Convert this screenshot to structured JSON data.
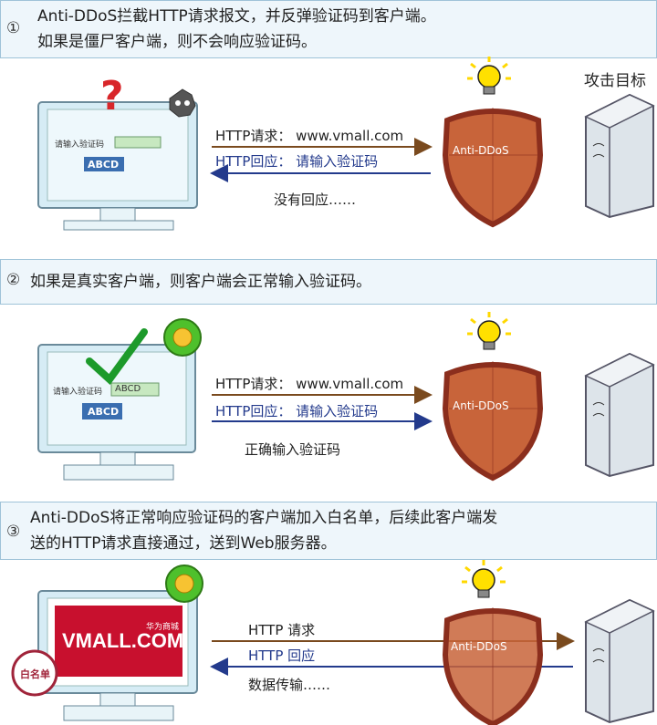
{
  "section1": {
    "num": "①",
    "line1": "Anti-DDoS拦截HTTP请求报文，并反弹验证码到客户端。",
    "line2": "如果是僵尸客户端，则不会响应验证码。",
    "target_label": "攻击目标",
    "form_label": "请输入验证码",
    "captcha_text": "ABCD",
    "question_mark": "?",
    "request": "HTTP请求：  www.vmall.com",
    "response": "HTTP回应：  请输入验证码",
    "no_reply": "没有回应……",
    "shield_text": "Anti-DDoS"
  },
  "section2": {
    "num": "②",
    "line1": "如果是真实客户端，则客户端会正常输入验证码。",
    "form_label": "请输入验证码",
    "input_value": "ABCD",
    "captcha_text": "ABCD",
    "request": "HTTP请求：  www.vmall.com",
    "response": "HTTP回应：  请输入验证码",
    "reply": "正确输入验证码",
    "shield_text": "Anti-DDoS"
  },
  "section3": {
    "num": "③",
    "line1": "Anti-DDoS将正常响应验证码的客户端加入白名单，后续此客户端发",
    "line2": "送的HTTP请求直接通过，送到Web服务器。",
    "site_logo": "VMALL.COM",
    "site_logo_sub": "华为商城",
    "whitelist_stamp": "白名单",
    "request": "HTTP 请求",
    "response": "HTTP 回应",
    "transfer": "数据传输……",
    "shield_text": "Anti-DDoS"
  },
  "colors": {
    "banner_bg": "#eef6fb",
    "request_arrow": "#7a4a1e",
    "response_arrow": "#233a8c",
    "shield_fill": "#c8643a",
    "shield_border": "#8b2e1d",
    "vmall_red": "#c8102e"
  }
}
